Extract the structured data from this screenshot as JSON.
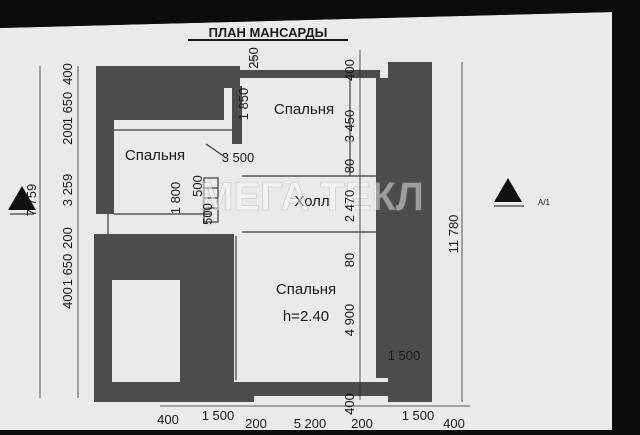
{
  "plan": {
    "title": "ПЛАН МАНСАРДЫ",
    "rooms": {
      "bedroom_top": "Спальня",
      "bedroom_left": "Спальня",
      "hall": "Холл",
      "bedroom_main": "Спальня",
      "bedroom_main_height": "h=2.40"
    },
    "watermark": "МЕГА ТЕКЛ",
    "section_marker": "А/1",
    "top_dims": [
      "250",
      "400"
    ],
    "left_dims": [
      "400",
      "1 650",
      "200",
      "3 259",
      "200",
      "1 650",
      "400"
    ],
    "left_total": "7 759",
    "mid_dims": [
      "3 450",
      "80",
      "2 470",
      "80",
      "4 900"
    ],
    "right_total": "11 780",
    "bottom_dims": [
      "400",
      "1 500",
      "200",
      "5 200",
      "200",
      "400",
      "1 500",
      "400"
    ],
    "small_dims": [
      "1 850",
      "3 500",
      "1 800",
      "500",
      "500",
      "1 500"
    ]
  },
  "colors": {
    "paper": "#e9ebea",
    "wall": "#4a4c4e",
    "frame": "#0b0c0e"
  }
}
